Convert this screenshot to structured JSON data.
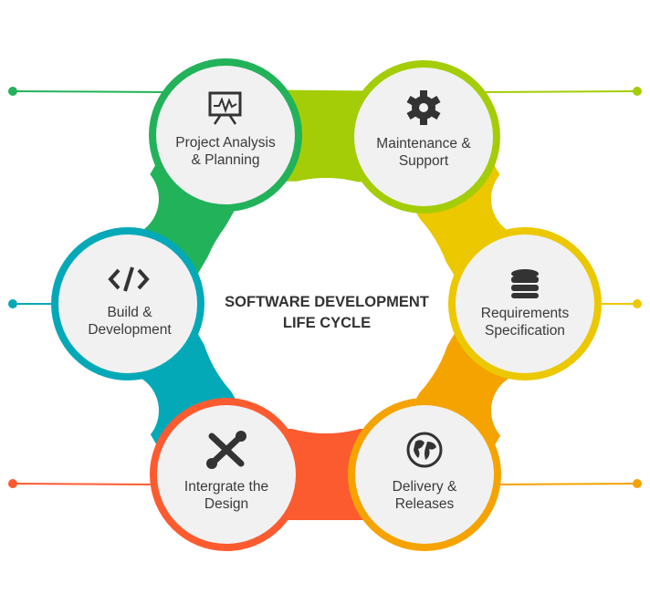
{
  "title": {
    "line1": "SOFTWARE DEVELOPMENT",
    "line2": "LIFE CYCLE"
  },
  "stages": [
    {
      "line1": "Project Analysis",
      "line2": "& Planning",
      "icon": "presentation-chart-icon",
      "color": "#22b25a"
    },
    {
      "line1": "Maintenance &",
      "line2": "Support",
      "icon": "gear-icon",
      "color": "#a4cd07"
    },
    {
      "line1": "Requirements",
      "line2": "Specification",
      "icon": "database-icon",
      "color": "#ecc800"
    },
    {
      "line1": "Delivery &",
      "line2": "Releases",
      "icon": "globe-icon",
      "color": "#f5a300"
    },
    {
      "line1": "Intergrate the",
      "line2": "Design",
      "icon": "tools-icon",
      "color": "#fc5b30"
    },
    {
      "line1": "Build &",
      "line2": "Development",
      "icon": "code-icon",
      "color": "#04a9b8"
    }
  ]
}
